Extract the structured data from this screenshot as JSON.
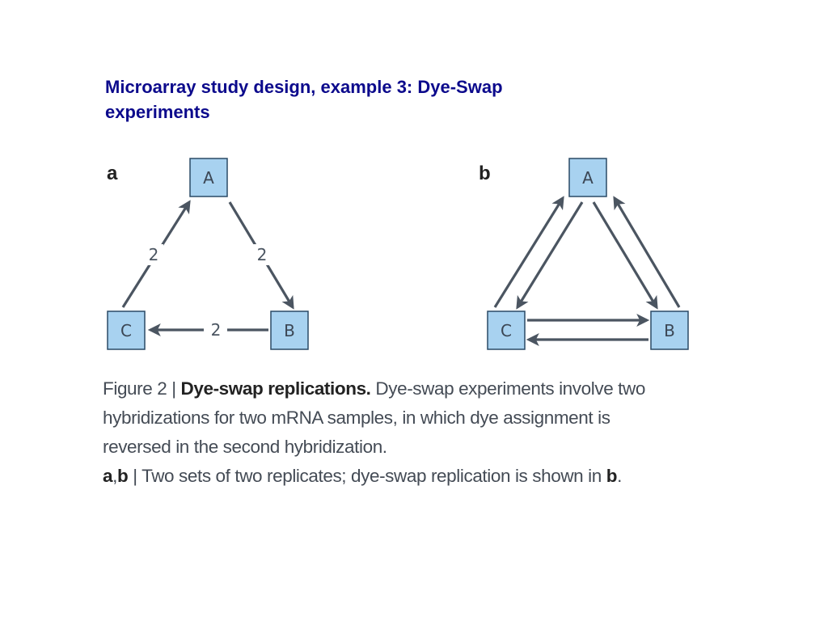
{
  "slide": {
    "title": "Microarray study design, example 3: Dye-Swap experiments"
  },
  "diagram": {
    "panels": [
      {
        "label": "a",
        "nodes": [
          {
            "id": "A",
            "label": "A"
          },
          {
            "id": "B",
            "label": "B"
          },
          {
            "id": "C",
            "label": "C"
          }
        ],
        "edges": [
          {
            "from": "C",
            "to": "A",
            "label": "2"
          },
          {
            "from": "A",
            "to": "B",
            "label": "2"
          },
          {
            "from": "B",
            "to": "C",
            "label": "2"
          }
        ]
      },
      {
        "label": "b",
        "nodes": [
          {
            "id": "A",
            "label": "A"
          },
          {
            "id": "B",
            "label": "B"
          },
          {
            "id": "C",
            "label": "C"
          }
        ],
        "edges": [
          {
            "from": "C",
            "to": "A"
          },
          {
            "from": "A",
            "to": "C"
          },
          {
            "from": "A",
            "to": "B"
          },
          {
            "from": "B",
            "to": "A"
          },
          {
            "from": "C",
            "to": "B"
          },
          {
            "from": "B",
            "to": "C"
          }
        ]
      }
    ]
  },
  "caption": {
    "figure_label": "Figure 2 |",
    "heading": "Dye-swap replications.",
    "text1": "Dye-swap experiments involve two hybridizations for two mRNA samples, in which dye assignment is reversed in the second hybridization.",
    "panel_ab_a": "a",
    "panel_ab_sep": ",",
    "panel_ab_b": "b",
    "text2": "| Two sets of two replicates; dye-swap replication is shown in",
    "panel_b_ref": "b",
    "end": "."
  }
}
